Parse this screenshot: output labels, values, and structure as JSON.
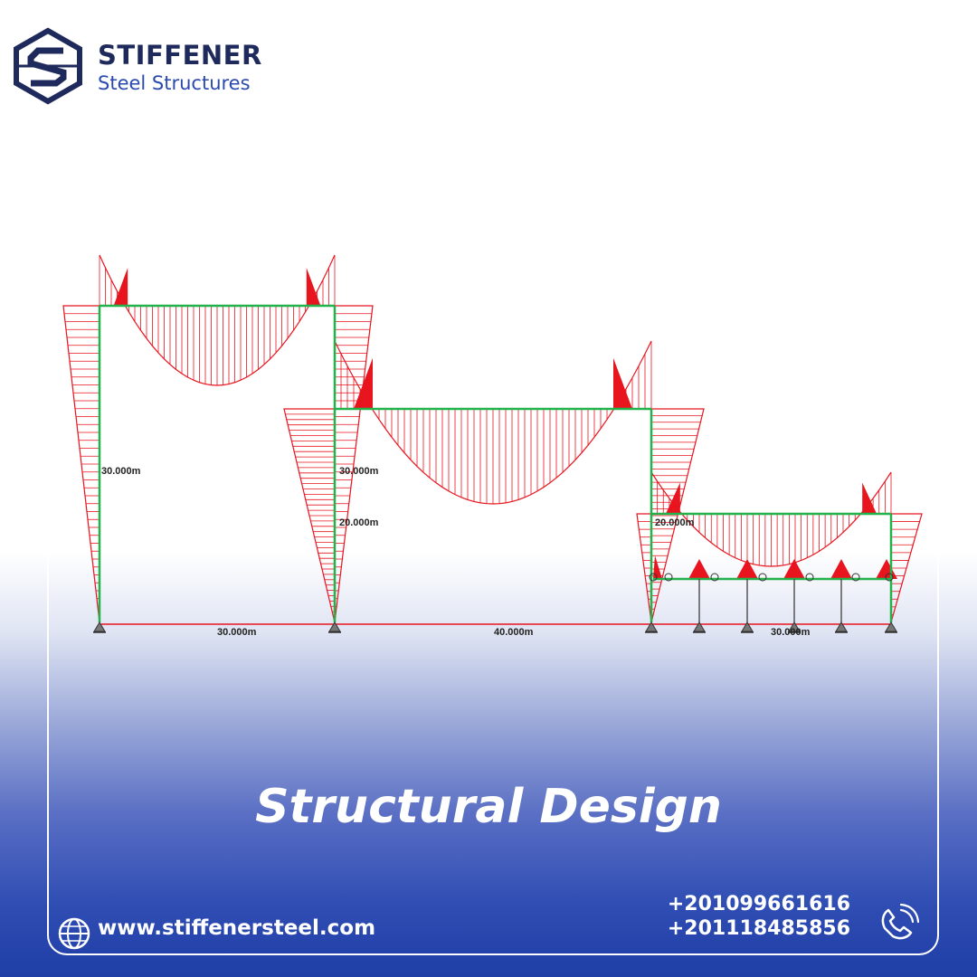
{
  "brand": {
    "name": "STIFFENER",
    "tagline": "Steel Structures",
    "colors": {
      "navy": "#1f2a5c",
      "blue": "#2a4ab0"
    },
    "logo_icon": "s-hexagon-logo-icon"
  },
  "diagram": {
    "colors": {
      "frame": "#22b24c",
      "moment": "#e8141e"
    },
    "column_heights": [
      "30.000m",
      "30.000m",
      "20.000m",
      "20.000m"
    ],
    "span_labels": [
      "30.000m",
      "40.000m",
      "30.000m"
    ]
  },
  "headline": "Structural Design",
  "contact": {
    "website": "www.stiffenersteel.com",
    "phones": [
      "+201099661616",
      "+201118485856"
    ],
    "website_icon": "globe-icon",
    "phone_icon": "phone-icon"
  }
}
